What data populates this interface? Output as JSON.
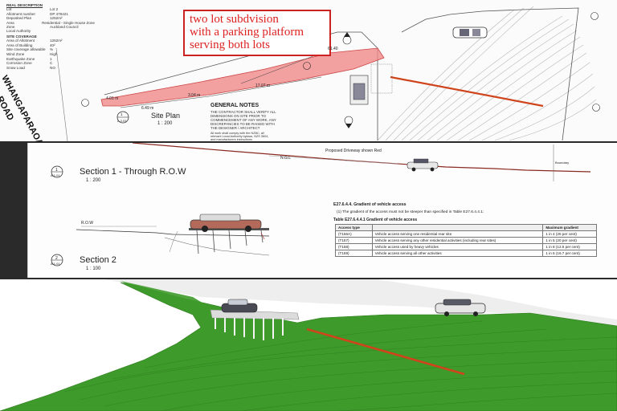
{
  "site_plan": {
    "highlight_note": [
      "two lot subdvision",
      "with a parking platform",
      "serving both lots"
    ],
    "road_name": [
      "WHANGAPARAOA",
      "ROAD"
    ],
    "plan_title": "Site Plan",
    "plan_scale": "1 : 200",
    "plan_ref_num": "1",
    "plan_ref_sheet": "A.2.01",
    "dims": [
      "61.40",
      "17.07 m",
      "6.49 m",
      "3.04 m",
      "4.01 m"
    ],
    "general_notes_title": "GENERAL NOTES",
    "general_notes_text": "THE CONTRACTOR SHALL VERIFY ALL\nDIMENSIONS ON SITE PRIOR TO\nCOMMENCEMENT OF ANY WORK. ANY\nDISCREPANCIES TO BE RAISED WITH\nTHE DESIGNER / ARCHITECT",
    "general_notes_extra": "All work shall comply with the NZBC, all\nrelevant Local Authority bylaws, NZS 3604,\nand manufacturers instructions",
    "description": {
      "heading": "REAL DESCRIPTION",
      "rows": [
        [
          "Lot",
          "Lot 2"
        ],
        [
          "Allotment number",
          "DP 479421"
        ],
        [
          "Deposited Plan",
          "1252m²"
        ],
        [
          "Area",
          "Residential - Single House Zone"
        ],
        [
          "Zone",
          "Auckland Council"
        ],
        [
          "Local Authority",
          ""
        ]
      ],
      "coverage_heading": "SITE COVERAGE",
      "coverage_rows": [
        [
          "Area of Allotment",
          "1252m²"
        ],
        [
          "Area of Building",
          "40²"
        ],
        [
          "Site coverage allowable",
          "%"
        ]
      ],
      "zone_rows": [
        [
          "Wind Zone",
          "High"
        ],
        [
          "Earthquake Zone",
          "1"
        ],
        [
          "Corrosion Zone",
          "C"
        ],
        [
          "Snow Load",
          "NO"
        ]
      ]
    }
  },
  "sections": {
    "section1_num": "1",
    "section1_sheet": "A.1.01",
    "section1_title": "Section 1 - Through R.O.W",
    "section1_scale": "1 : 200",
    "section2_num": "2",
    "section2_sheet": "A.1.01",
    "section2_title": "Section 2",
    "section2_scale": "1 : 100",
    "driveway_note": "Proposed Driveway shown Red",
    "ngl_label": "N.G.L",
    "row_label": "R.O.W",
    "boundary_label": "Boundary"
  },
  "gradient_table": {
    "rule_title": "E27.6.4.4. Gradient of vehicle access",
    "rule_text": "(1) The gradient of the access must not be steeper than specified in Table E27.6.4.4.1:",
    "table_title": "Table E27.6.4.4.1 Gradient of vehicle access",
    "headers": [
      "Access type",
      "",
      "Maximum gradient"
    ],
    "rows": [
      [
        "(T156A)",
        "Vehicle access serving one residential rear site",
        "1 in 4 (25 per cent)"
      ],
      [
        "(T157)",
        "Vehicle access serving any other residential activities (including rear sites)",
        "1 in 5 (20 per cent)"
      ],
      [
        "(T158)",
        "Vehicle access used by heavy vehicles",
        "1 in 8 (12.5 per cent)"
      ],
      [
        "(T159)",
        "Vehicle access serving all other activities",
        "1 in 6 (16.7 per cent)"
      ]
    ]
  },
  "colors": {
    "highlight_red": "#f08a8a",
    "note_red": "#cc2222",
    "grass_green": "#3e9a2a",
    "driveway_red": "#d0441c"
  }
}
